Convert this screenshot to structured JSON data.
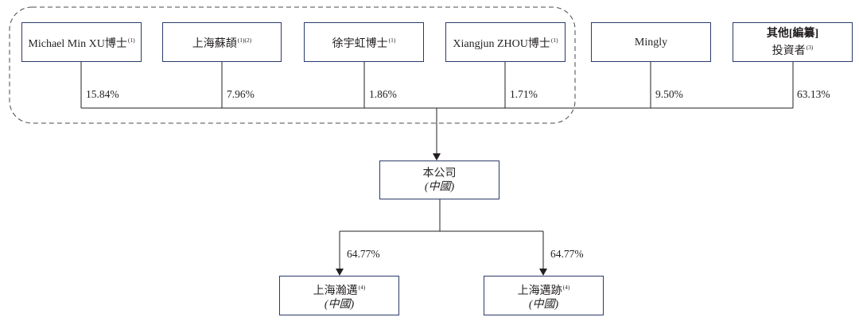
{
  "shareholders": [
    {
      "name": "Michael Min XU博士",
      "note": "(1)",
      "pct": "15.84%"
    },
    {
      "name": "上海蘇頡",
      "note": "(1)(2)",
      "pct": "7.96%"
    },
    {
      "name": "徐宇虹博士",
      "note": "(1)",
      "pct": "1.86%"
    },
    {
      "name": "Xiangjun ZHOU博士",
      "note": "(1)",
      "pct": "1.71%"
    },
    {
      "name": "Mingly",
      "note": "",
      "pct": "9.50%"
    },
    {
      "name_line1": "其他[編纂]",
      "name_line2": "投資者",
      "note": "(3)",
      "pct": "63.13%"
    }
  ],
  "company": {
    "name": "本公司",
    "place": "(中國)"
  },
  "subsidiaries": [
    {
      "name": "上海瀚邁",
      "note": "(4)",
      "place": "(中國)",
      "pct": "64.77%"
    },
    {
      "name": "上海邁跡",
      "note": "(4)",
      "place": "(中國)",
      "pct": "64.77%"
    }
  ]
}
